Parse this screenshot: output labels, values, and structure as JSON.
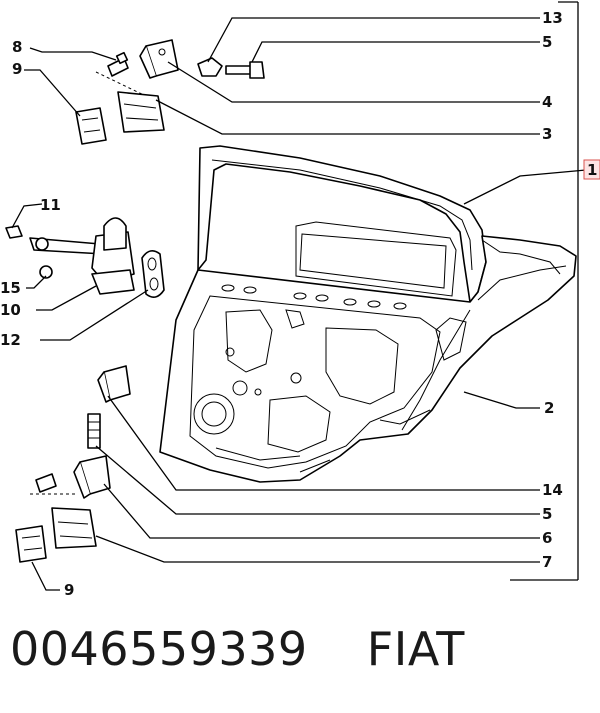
{
  "callouts": [
    "13",
    "5",
    "8",
    "9",
    "4",
    "3",
    "1",
    "11",
    "15",
    "10",
    "12",
    "2",
    "14",
    "5",
    "6",
    "7",
    "9"
  ],
  "footer": {
    "part_number": "0046559339",
    "brand": "FIAT"
  }
}
